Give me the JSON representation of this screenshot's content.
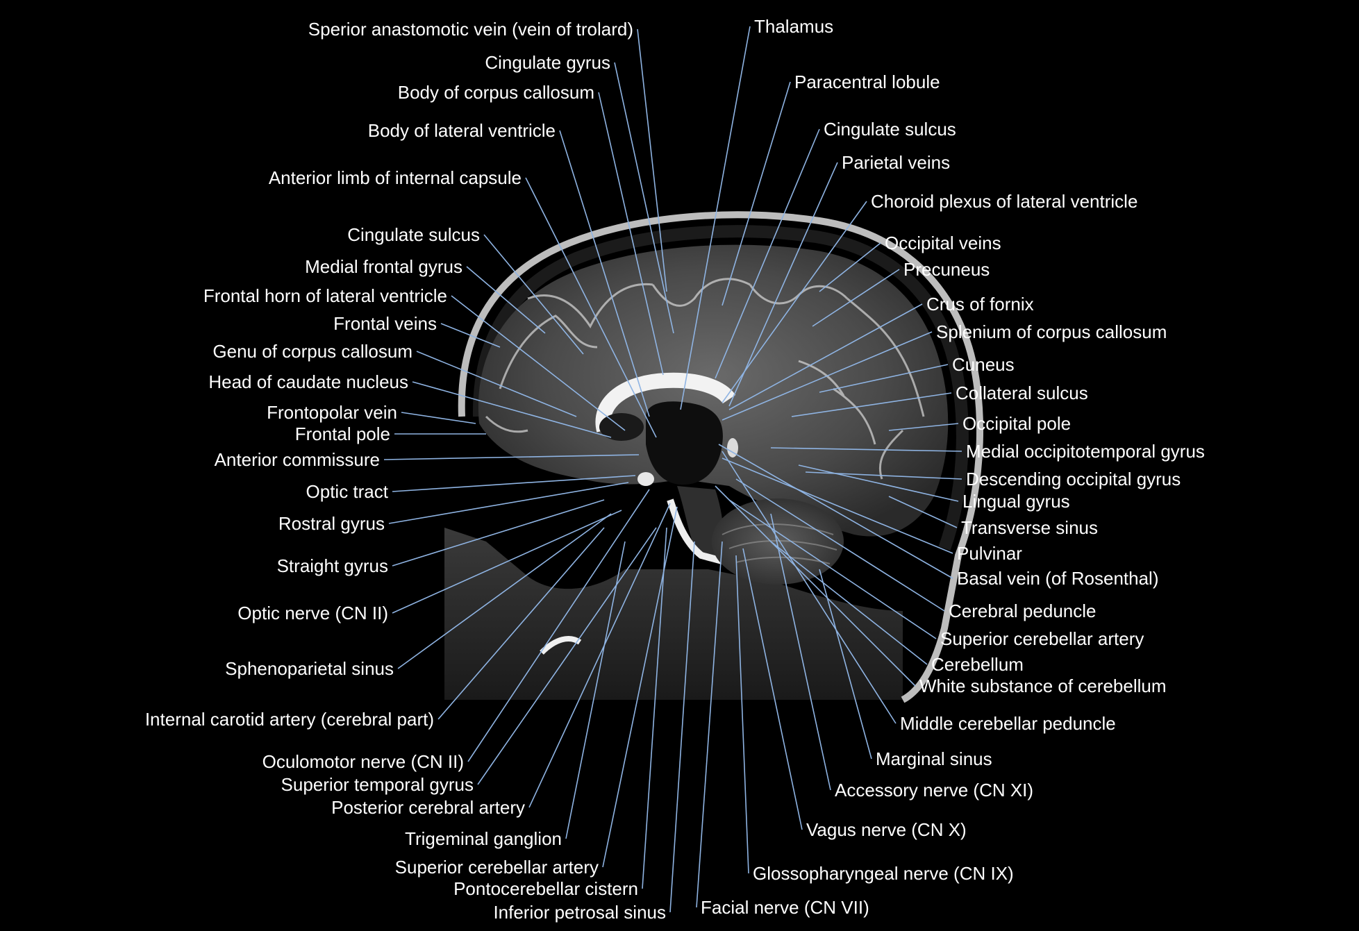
{
  "colors": {
    "background": "#000000",
    "label_text": "#ffffff",
    "leader_line": "#8fb4e3"
  },
  "image": {
    "subject": "sagittal T2-weighted brain MRI",
    "icon": "mri-sagittal-brain-image"
  },
  "labels_left": [
    "Sperior anastomotic vein (vein of trolard)",
    "Cingulate gyrus",
    "Body of corpus callosum",
    "Body of lateral ventricle",
    "Anterior limb of internal capsule",
    "Cingulate sulcus",
    "Medial frontal gyrus",
    "Frontal horn of lateral ventricle",
    "Frontal veins",
    "Genu of corpus callosum",
    "Head of caudate nucleus",
    "Frontopolar vein",
    "Frontal pole",
    "Anterior commissure",
    "Optic tract",
    "Rostral gyrus",
    "Straight gyrus",
    "Optic nerve (CN II)",
    "Sphenoparietal sinus",
    "Internal carotid artery (cerebral part)",
    "Oculomotor nerve (CN II)",
    "Superior temporal gyrus",
    "Posterior cerebral artery",
    "Trigeminal ganglion",
    "Superior cerebellar artery",
    "Pontocerebellar cistern",
    "Inferior petrosal sinus"
  ],
  "labels_right": [
    "Thalamus",
    "Paracentral lobule",
    "Cingulate sulcus",
    "Parietal veins",
    "Choroid plexus of lateral ventricle",
    "Occipital veins",
    "Precuneus",
    "Crus of fornix",
    "Splenium of corpus callosum",
    "Cuneus",
    "Collateral sulcus",
    "Occipital pole",
    "Medial occipitotemporal gyrus",
    "Descending occipital gyrus",
    "Lingual gyrus",
    "Transverse sinus",
    "Pulvinar",
    "Basal vein (of Rosenthal)",
    "Cerebral peduncle",
    "Superior cerebellar artery",
    "Cerebellum",
    "White substance of cerebellum",
    "Middle cerebellar peduncle",
    "Marginal sinus",
    "Accessory nerve (CN XI)",
    "Vagus nerve (CN X)",
    "Glossopharyngeal nerve (CN IX)",
    "Facial nerve (CN VII)"
  ]
}
